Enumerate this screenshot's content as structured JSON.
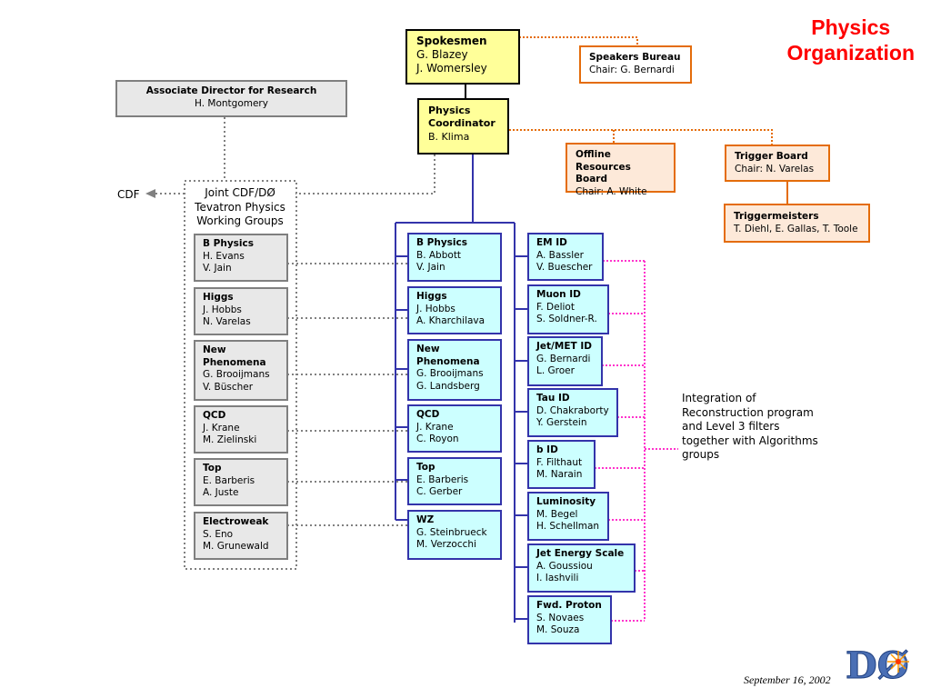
{
  "title_line1": "Physics",
  "title_line2": "Organization",
  "spokesmen": {
    "title": "Spokesmen",
    "names": [
      "G. Blazey",
      "J. Womersley"
    ]
  },
  "speakers_bureau": {
    "title": "Speakers Bureau",
    "names": [
      "Chair: G. Bernardi"
    ]
  },
  "associate_director": {
    "title": "Associate Director for Research",
    "names": [
      "H. Montgomery"
    ]
  },
  "physics_coordinator": {
    "title": "Physics Coordinator",
    "names": [
      "B. Klima"
    ]
  },
  "offline_board": {
    "title": "Offline Resources Board",
    "names": [
      "Chair: A. White"
    ]
  },
  "trigger_board": {
    "title": "Trigger Board",
    "names": [
      "Chair: N. Varelas"
    ]
  },
  "triggermeisters": {
    "title": "Triggermeisters",
    "names": [
      "T. Diehl, E. Gallas, T. Toole"
    ]
  },
  "cdf_label": "CDF",
  "joint_groups_label": "Joint CDF/DØ Tevatron Physics Working Groups",
  "joint_groups": [
    {
      "title": "B Physics",
      "names": [
        "H. Evans",
        "V. Jain"
      ]
    },
    {
      "title": "Higgs",
      "names": [
        "J. Hobbs",
        "N. Varelas"
      ]
    },
    {
      "title": "New Phenomena",
      "names": [
        "G. Brooijmans",
        "V. Büscher"
      ]
    },
    {
      "title": "QCD",
      "names": [
        "J. Krane",
        "M. Zielinski"
      ]
    },
    {
      "title": "Top",
      "names": [
        "E. Barberis",
        "A. Juste"
      ]
    },
    {
      "title": "Electroweak",
      "names": [
        "S. Eno",
        "M. Grunewald"
      ]
    }
  ],
  "physics_groups": [
    {
      "title": "B Physics",
      "names": [
        "B. Abbott",
        "V. Jain"
      ]
    },
    {
      "title": "Higgs",
      "names": [
        "J. Hobbs",
        "A. Kharchilava"
      ]
    },
    {
      "title": "New Phenomena",
      "names": [
        "G. Brooijmans",
        "G. Landsberg"
      ]
    },
    {
      "title": "QCD",
      "names": [
        "J. Krane",
        "C. Royon"
      ]
    },
    {
      "title": "Top",
      "names": [
        "E. Barberis",
        "C. Gerber"
      ]
    },
    {
      "title": "WZ",
      "names": [
        "G. Steinbrueck",
        "M. Verzocchi"
      ]
    }
  ],
  "id_groups": [
    {
      "title": "EM ID",
      "names": [
        "A. Bassler",
        "V. Buescher"
      ]
    },
    {
      "title": "Muon ID",
      "names": [
        "F. Deliot",
        "S. Soldner-R."
      ]
    },
    {
      "title": "Jet/MET ID",
      "names": [
        "G. Bernardi",
        "L. Groer"
      ]
    },
    {
      "title": "Tau ID",
      "names": [
        "D. Chakraborty",
        "Y. Gerstein"
      ]
    },
    {
      "title": "b ID",
      "names": [
        "F. Filthaut",
        "M. Narain"
      ]
    },
    {
      "title": "Luminosity",
      "names": [
        "M. Begel",
        "H. Schellman"
      ]
    },
    {
      "title": "Jet Energy Scale",
      "names": [
        "A. Goussiou",
        "I. Iashvili"
      ]
    },
    {
      "title": "Fwd. Proton",
      "names": [
        "S. Novaes",
        "M. Souza"
      ]
    }
  ],
  "integration_note": "Integration of\nReconstruction program\nand Level 3 filters\ntogether with Algorithms\ngroups",
  "date": "September 16, 2002",
  "logo_text": "DØ",
  "colors": {
    "yellow": "#ffff99",
    "orange": "#e46c0a",
    "cyan": "#ccffff",
    "blue": "#3333aa",
    "magenta": "#ff33cc",
    "title_red": "#ff0000"
  }
}
